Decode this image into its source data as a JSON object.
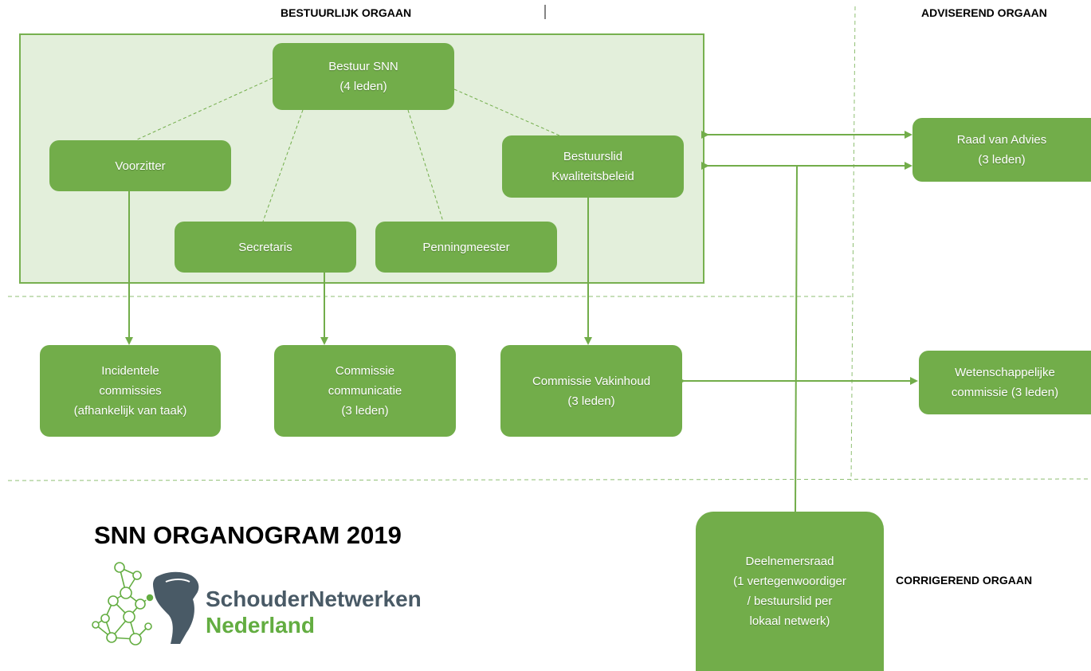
{
  "headers": {
    "bestuurlijk": "BESTUURLIJK ORGAAN",
    "adviserend": "ADVISEREND ORGAAN",
    "corrigerend": "CORRIGEREND ORGAAN"
  },
  "boxes": {
    "bestuur": [
      "Bestuur SNN",
      "(4 leden)"
    ],
    "voorzitter": [
      "Voorzitter"
    ],
    "bestuurslid": [
      "Bestuurslid",
      "Kwaliteitsbeleid"
    ],
    "secretaris": [
      "Secretaris"
    ],
    "penningmeester": [
      "Penningmeester"
    ],
    "raad": [
      "Raad van Advies",
      "(3 leden)"
    ],
    "incidentele": [
      "Incidentele",
      "commissies",
      "(afhankelijk van taak)"
    ],
    "communicatie": [
      "Commissie",
      "communicatie",
      "(3 leden)"
    ],
    "vakinhoud": [
      "Commissie Vakinhoud",
      "(3 leden)"
    ],
    "wetenschappelijke": [
      "Wetenschappelijke",
      "commissie (3 leden)"
    ],
    "deelnemersraad": [
      "Deelnemersraad",
      "(1 vertegenwoordiger",
      "/ bestuurslid per",
      "lokaal netwerk)"
    ]
  },
  "title": "SNN ORGANOGRAM 2019",
  "logo": {
    "line1": "SchouderNetwerken",
    "line2": "Nederland"
  },
  "colors": {
    "box": "#72ad4a",
    "group_bg": "#e3efdb",
    "line": "#72ad4a",
    "logo_dark": "#495a66",
    "logo_green": "#63ad41"
  }
}
